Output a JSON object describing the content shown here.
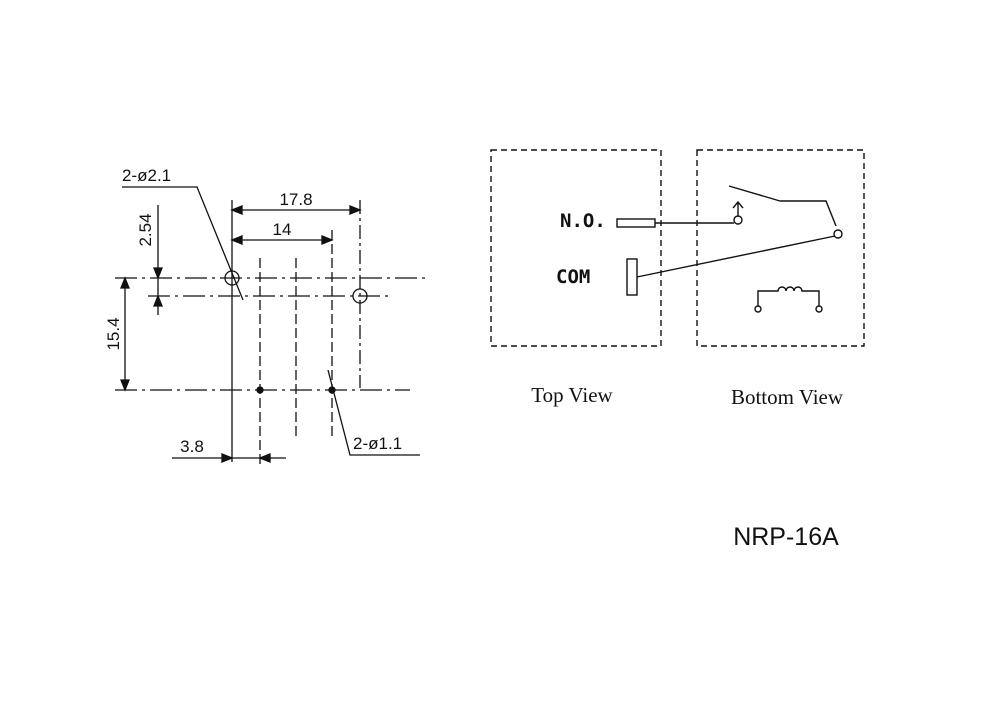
{
  "footprint": {
    "hole_large_label": "2-ø2.1",
    "hole_small_label": "2-ø1.1",
    "pitch_vertical": "2.54",
    "span_outer": "17.8",
    "span_inner": "14",
    "height": "15.4",
    "offset": "3.8"
  },
  "top_view": {
    "caption": "Top View",
    "pin_no": "N.O.",
    "pin_com": "COM"
  },
  "bottom_view": {
    "caption": "Bottom View"
  },
  "model": "NRP-16A"
}
